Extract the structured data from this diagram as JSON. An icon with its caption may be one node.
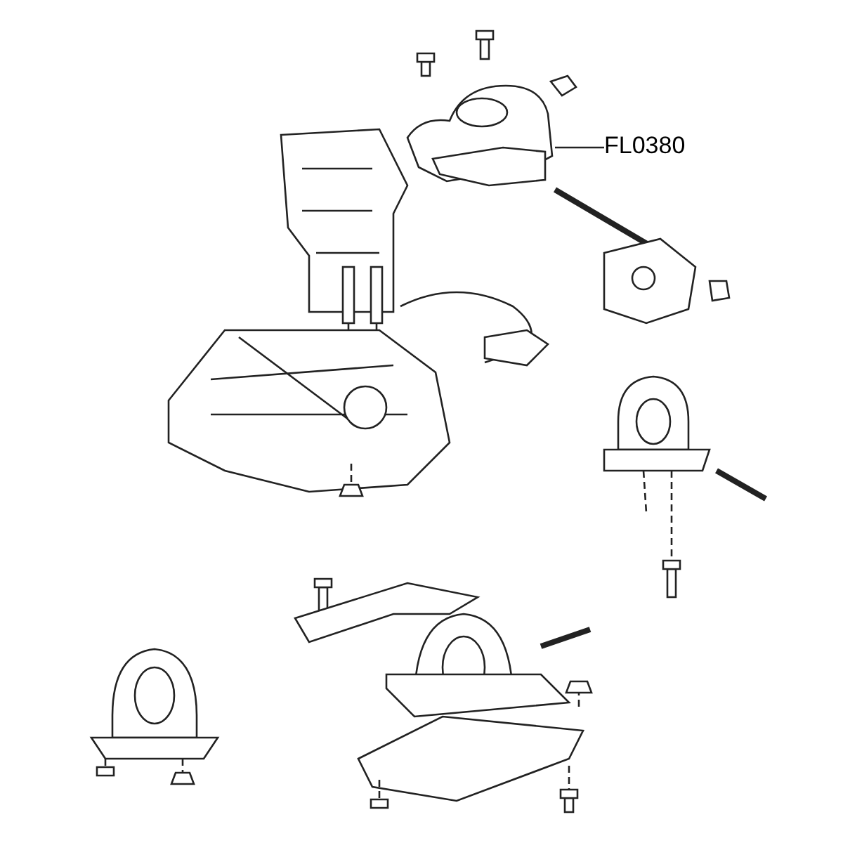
{
  "diagram": {
    "nodes": [
      {
        "text": [
          "FL0380"
        ]
      },
      {
        "text": [],
        "shape": "picture"
      }
    ],
    "edges": [
      {
        "from": 0,
        "to": 1,
        "arrow": "none"
      }
    ]
  }
}
